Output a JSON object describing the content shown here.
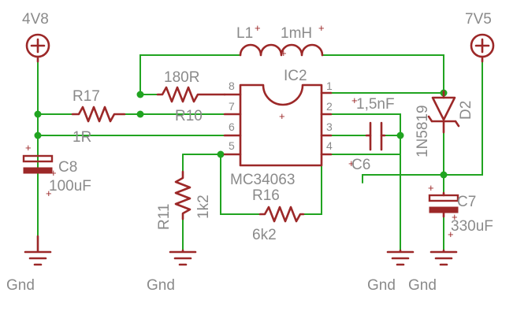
{
  "supplies": {
    "vin": "4V8",
    "vout": "7V5"
  },
  "grounds": [
    "Gnd",
    "Gnd",
    "Gnd",
    "Gnd"
  ],
  "inductor": {
    "ref": "L1",
    "value": "1mH"
  },
  "ic": {
    "ref": "IC2",
    "part": "MC34063",
    "pins": [
      "1",
      "2",
      "3",
      "4",
      "5",
      "6",
      "7",
      "8"
    ]
  },
  "resistors": {
    "r10": {
      "ref": "R10",
      "value": "180R"
    },
    "r17": {
      "ref": "R17",
      "value": "1R"
    },
    "r11": {
      "ref": "R11",
      "value": "1k2"
    },
    "r16": {
      "ref": "R16",
      "value": "6k2"
    }
  },
  "capacitors": {
    "c6": {
      "ref": "C6",
      "value": "1,5nF"
    },
    "c7": {
      "ref": "C7",
      "value": "330uF"
    },
    "c8": {
      "ref": "C8",
      "value": "100uF"
    }
  },
  "diode": {
    "ref": "D2",
    "part": "1N5819"
  }
}
